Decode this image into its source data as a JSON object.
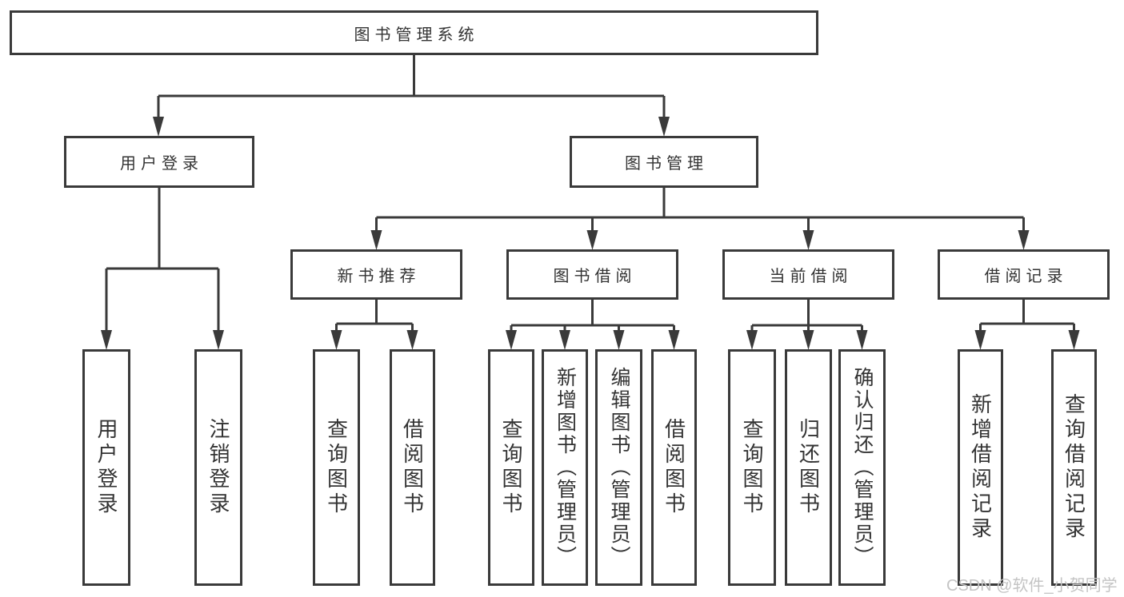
{
  "tree": {
    "root": {
      "label": "图书管理系统",
      "children": [
        {
          "label": "用户登录",
          "children": [
            {
              "label": "用户登录"
            },
            {
              "label": "注销登录"
            }
          ]
        },
        {
          "label": "图书管理",
          "children": [
            {
              "label": "新书推荐",
              "children": [
                {
                  "label": "查询图书"
                },
                {
                  "label": "借阅图书"
                }
              ]
            },
            {
              "label": "图书借阅",
              "children": [
                {
                  "label": "查询图书"
                },
                {
                  "label": "新增图书（管理员）"
                },
                {
                  "label": "编辑图书（管理员）"
                },
                {
                  "label": "借阅图书"
                }
              ]
            },
            {
              "label": "当前借阅",
              "children": [
                {
                  "label": "查询图书"
                },
                {
                  "label": "归还图书"
                },
                {
                  "label": "确认归还（管理员）"
                }
              ]
            },
            {
              "label": "借阅记录",
              "children": [
                {
                  "label": "新增借阅记录"
                },
                {
                  "label": "查询借阅记录"
                }
              ]
            }
          ]
        }
      ]
    }
  },
  "watermark": "CSDN @软件_小贺同学",
  "colors": {
    "line_color": "#3a3a3a",
    "text_color": "#333333",
    "background_color": "#ffffff",
    "watermark_color": "#c4c4c4"
  }
}
